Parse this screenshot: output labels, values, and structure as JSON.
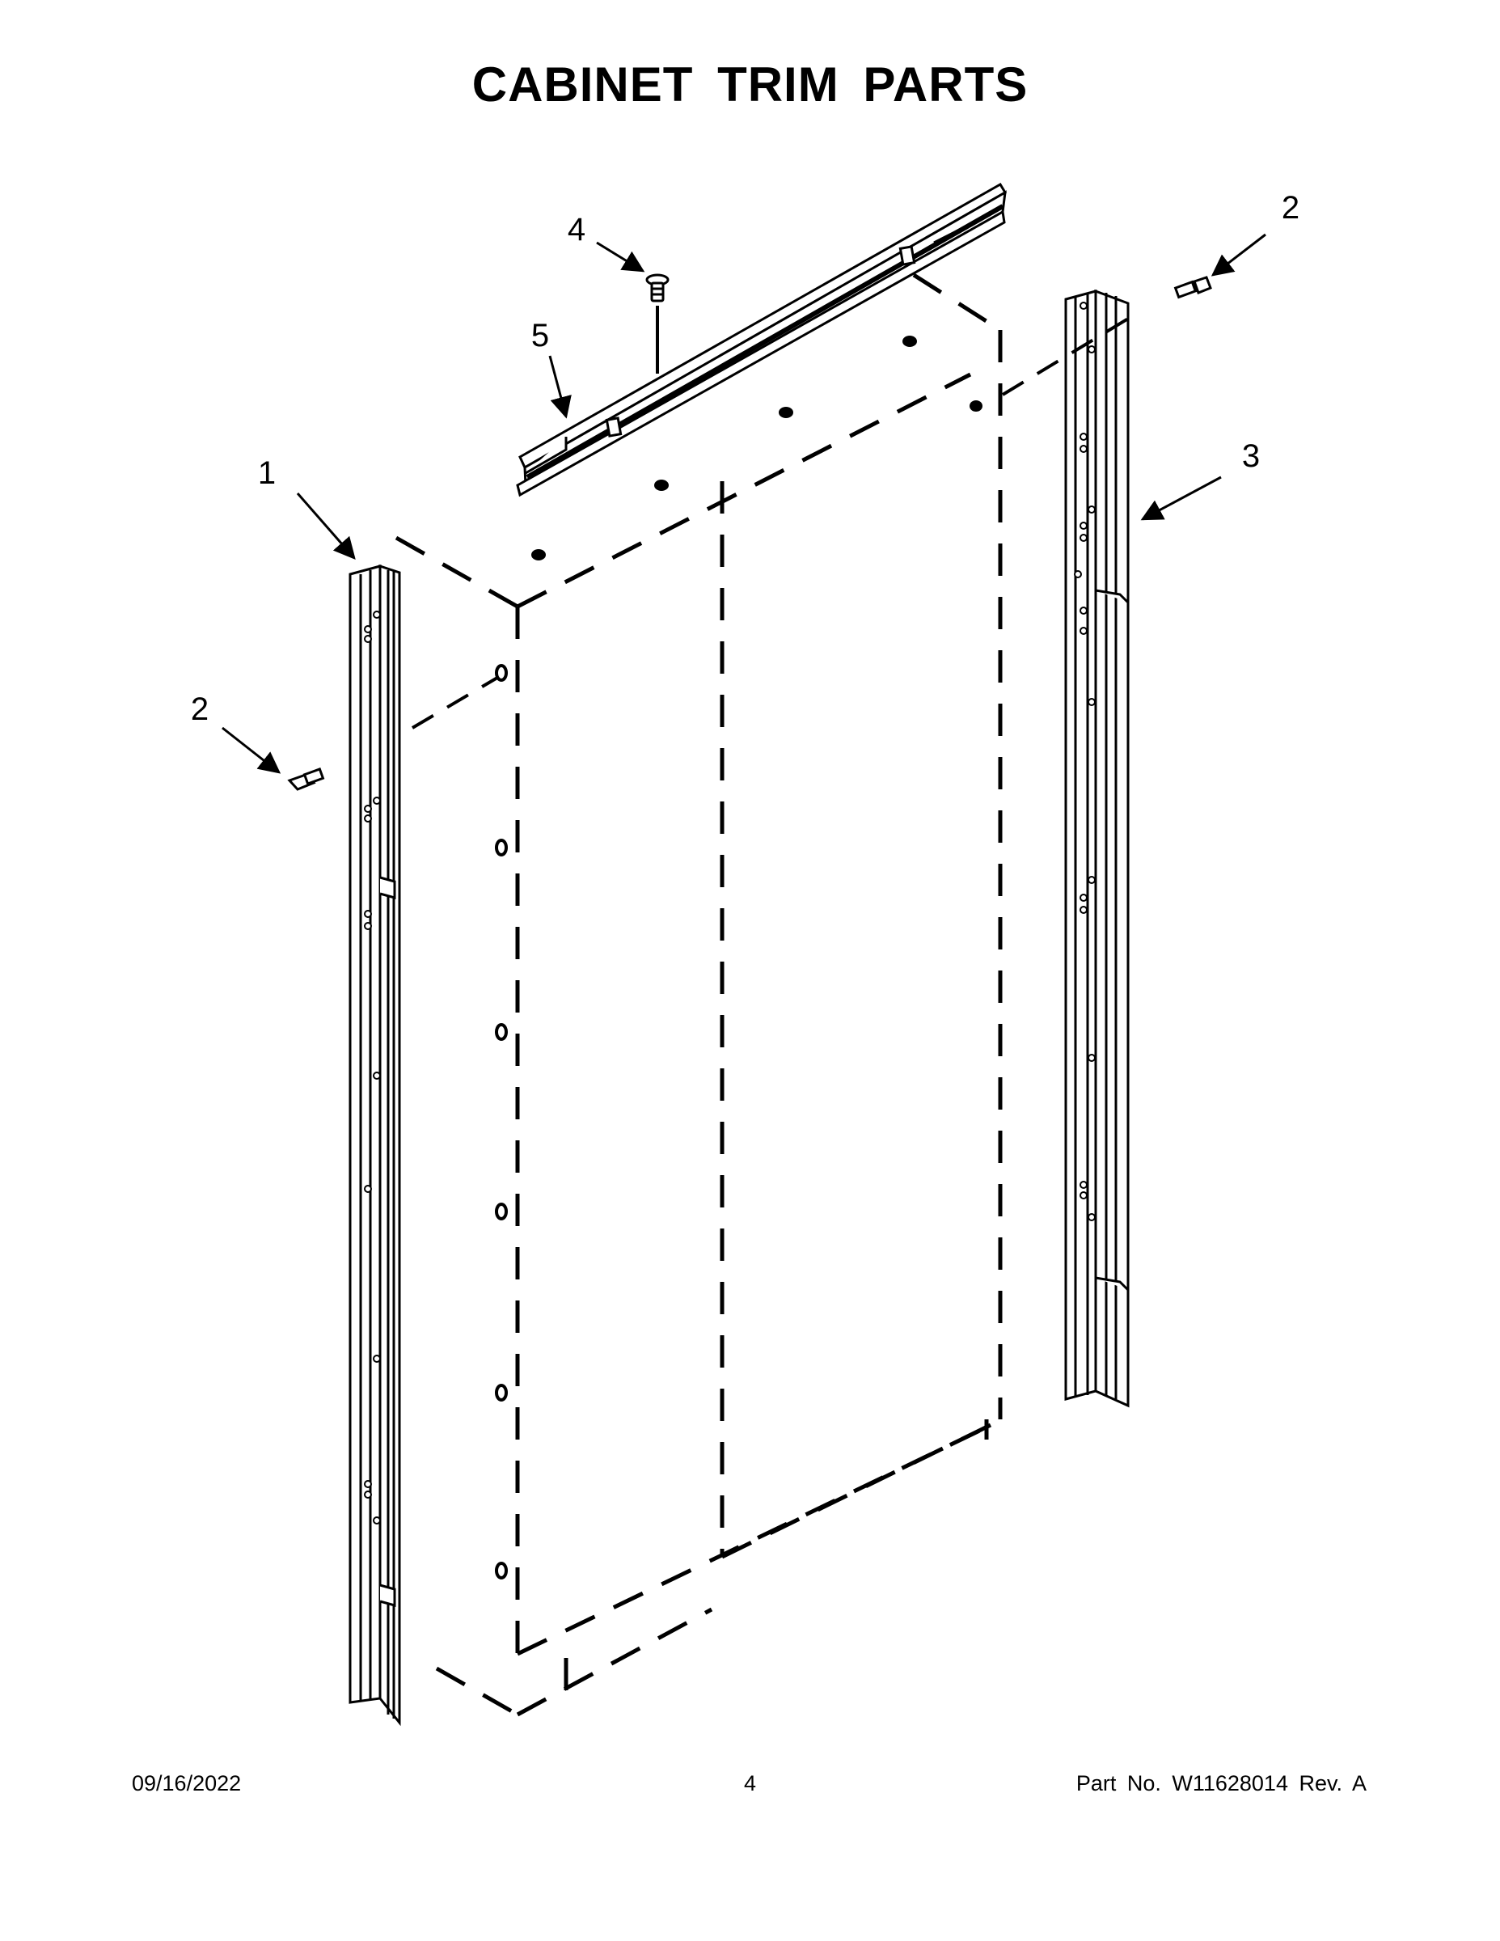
{
  "page": {
    "title": "CABINET TRIM PARTS",
    "footer": {
      "date": "09/16/2022",
      "page_number": "4",
      "part_number": "Part No.  W11628014  Rev.  A"
    }
  },
  "callouts": [
    {
      "id": "left-trim",
      "label": "1"
    },
    {
      "id": "screw-left",
      "label": "2"
    },
    {
      "id": "screw-right",
      "label": "2"
    },
    {
      "id": "right-trim",
      "label": "3"
    },
    {
      "id": "top-screw",
      "label": "4"
    },
    {
      "id": "top-trim",
      "label": "5"
    }
  ]
}
